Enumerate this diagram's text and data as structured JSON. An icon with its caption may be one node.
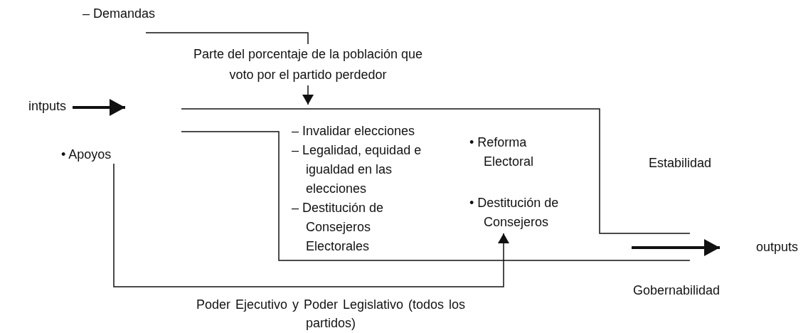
{
  "diagram": {
    "nodes": [
      {
        "text": [
          "intputs"
        ]
      },
      {
        "text": [
          "– Demandas"
        ]
      },
      {
        "text": [
          "Parte del porcentaje de la población que voto por el partido perdedor"
        ]
      },
      {
        "text": [
          "• Apoyos"
        ]
      },
      {
        "text": [
          "• Destitución de Consejeros"
        ]
      },
      {
        "text": [
          "outputs"
        ]
      }
    ],
    "edges": [
      {
        "from": 1,
        "to": 2,
        "arrow": "none"
      },
      {
        "from": 2,
        "to": null,
        "arrow": "to"
      },
      {
        "from": 0,
        "to": null,
        "arrow": "to",
        "style": "thick"
      },
      {
        "from": null,
        "to": 5,
        "arrow": "to",
        "style": "thick"
      },
      {
        "from": 3,
        "to": 4,
        "arrow": "to",
        "label": "Poder Ejecutivo y Poder Legislativo (todos los partidos)"
      }
    ],
    "labels": [
      "– Invalidar elecciones",
      "– Legalidad, equidad e igualdad en las elecciones",
      "– Destitución de Consejeros Electorales",
      "• Reforma Electoral",
      "Estabilidad",
      "Gobernabilidad"
    ]
  }
}
